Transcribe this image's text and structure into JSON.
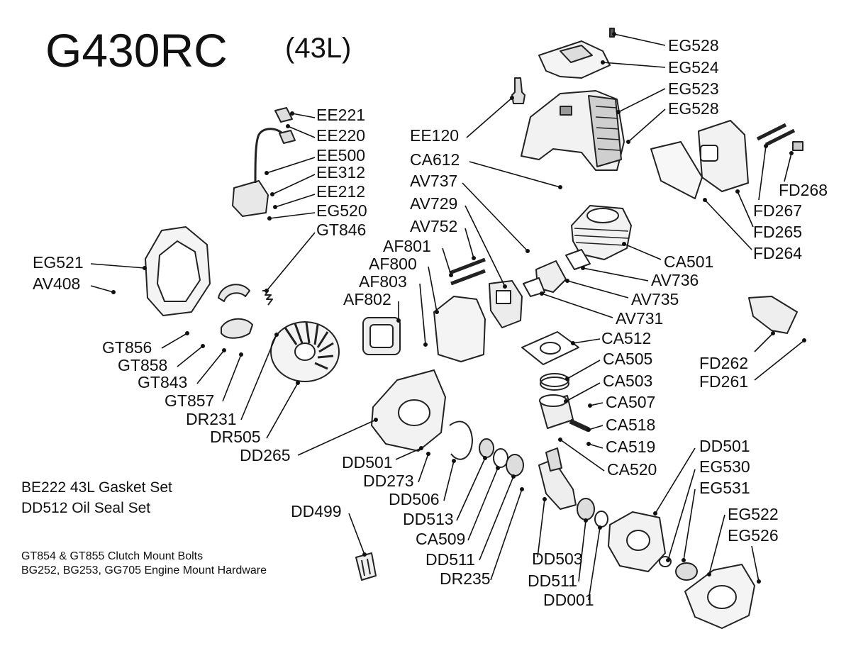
{
  "title": "G430RC",
  "subtitle": "(43L)",
  "notes": [
    "BE222  43L Gasket Set",
    "DD512  Oil Seal Set"
  ],
  "small_notes": [
    "GT854 & GT855 Clutch Mount Bolts",
    "BG252, BG253, GG705 Engine Mount Hardware"
  ],
  "parts": [
    {
      "code": "EG528"
    },
    {
      "code": "EG524"
    },
    {
      "code": "EG523"
    },
    {
      "code": "EG528"
    },
    {
      "code": "EE221"
    },
    {
      "code": "EE220"
    },
    {
      "code": "EE500"
    },
    {
      "code": "EE312"
    },
    {
      "code": "EE212"
    },
    {
      "code": "EG520"
    },
    {
      "code": "GT846"
    },
    {
      "code": "EE120"
    },
    {
      "code": "CA612"
    },
    {
      "code": "AV737"
    },
    {
      "code": "AV729"
    },
    {
      "code": "AV752"
    },
    {
      "code": "AF801"
    },
    {
      "code": "AF800"
    },
    {
      "code": "AF803"
    },
    {
      "code": "AF802"
    },
    {
      "code": "FD268"
    },
    {
      "code": "FD267"
    },
    {
      "code": "FD265"
    },
    {
      "code": "FD264"
    },
    {
      "code": "CA501"
    },
    {
      "code": "AV736"
    },
    {
      "code": "AV735"
    },
    {
      "code": "AV731"
    },
    {
      "code": "CA512"
    },
    {
      "code": "CA505"
    },
    {
      "code": "CA503"
    },
    {
      "code": "CA507"
    },
    {
      "code": "CA518"
    },
    {
      "code": "CA519"
    },
    {
      "code": "CA520"
    },
    {
      "code": "FD262"
    },
    {
      "code": "FD261"
    },
    {
      "code": "EG521"
    },
    {
      "code": "AV408"
    },
    {
      "code": "GT856"
    },
    {
      "code": "GT858"
    },
    {
      "code": "GT843"
    },
    {
      "code": "GT857"
    },
    {
      "code": "DR231"
    },
    {
      "code": "DR505"
    },
    {
      "code": "DD265"
    },
    {
      "code": "DD501"
    },
    {
      "code": "DD273"
    },
    {
      "code": "DD506"
    },
    {
      "code": "DD513"
    },
    {
      "code": "CA509"
    },
    {
      "code": "DD511"
    },
    {
      "code": "DR235"
    },
    {
      "code": "DD499"
    },
    {
      "code": "DD503"
    },
    {
      "code": "DD511"
    },
    {
      "code": "DD001"
    },
    {
      "code": "DD501"
    },
    {
      "code": "EG530"
    },
    {
      "code": "EG531"
    },
    {
      "code": "EG522"
    },
    {
      "code": "EG526"
    }
  ]
}
